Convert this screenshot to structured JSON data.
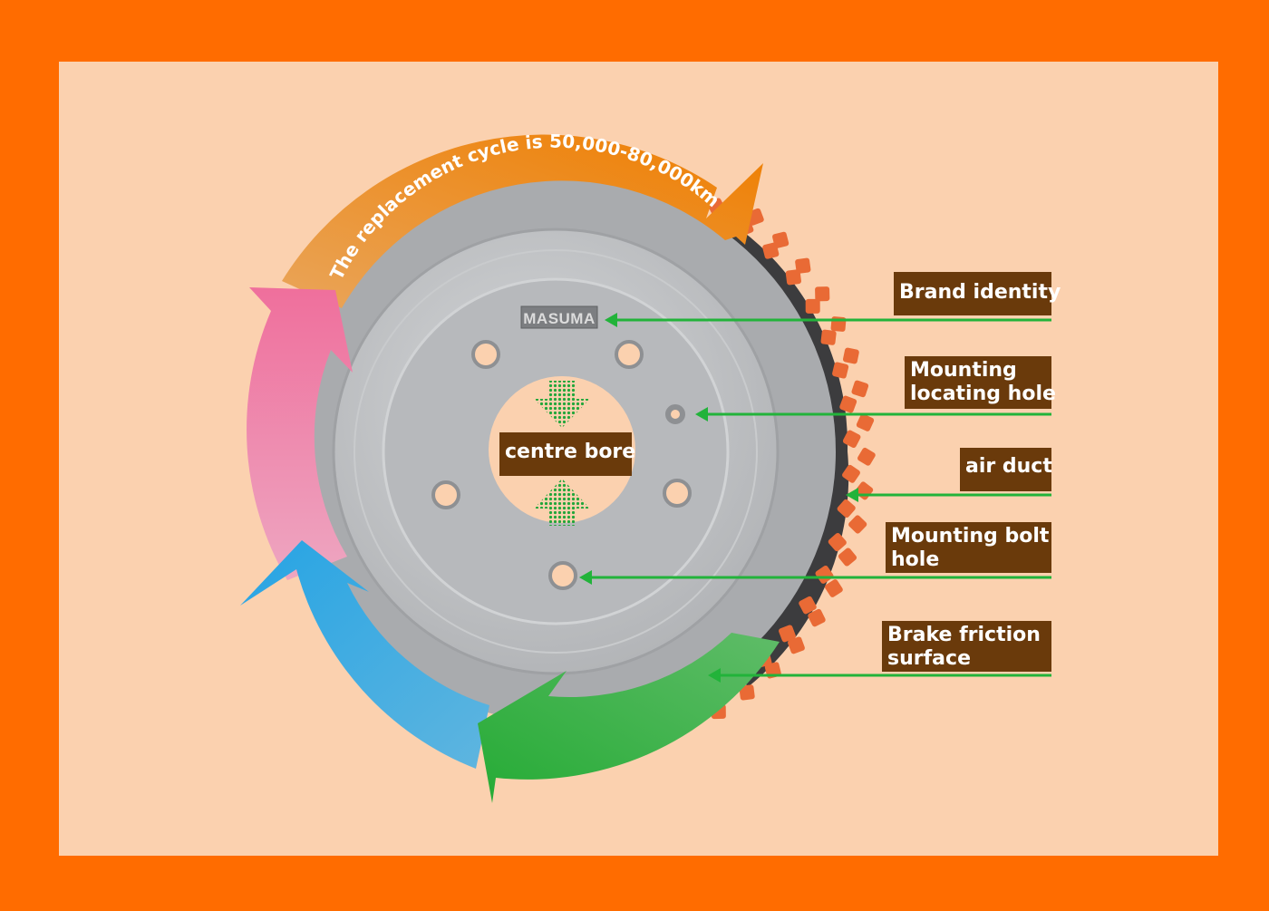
{
  "cycle_text": "The replacement cycle is 50,000-80,000km",
  "brand_logo": "MASUMA",
  "labels": {
    "brand_identity": "Brand identity",
    "locating_hole_1": "Mounting",
    "locating_hole_2": "locating hole",
    "air_duct": "air duct",
    "bolt_hole_1": "Mounting bolt",
    "bolt_hole_2": "hole",
    "friction_1": "Brake friction",
    "friction_2": "surface",
    "centre_bore": "centre bore"
  },
  "colors": {
    "frame": "#ff6c00",
    "background": "#fbd1af",
    "label_bg": "#6a3a0b",
    "leader": "#22b33a",
    "arrow_orange": "#ec8a10",
    "arrow_pink": "#ec74a0",
    "arrow_blue": "#2ea6e0",
    "arrow_green": "#33ae3e",
    "rotor": "#bcbec1",
    "vent": "#e96a35"
  }
}
